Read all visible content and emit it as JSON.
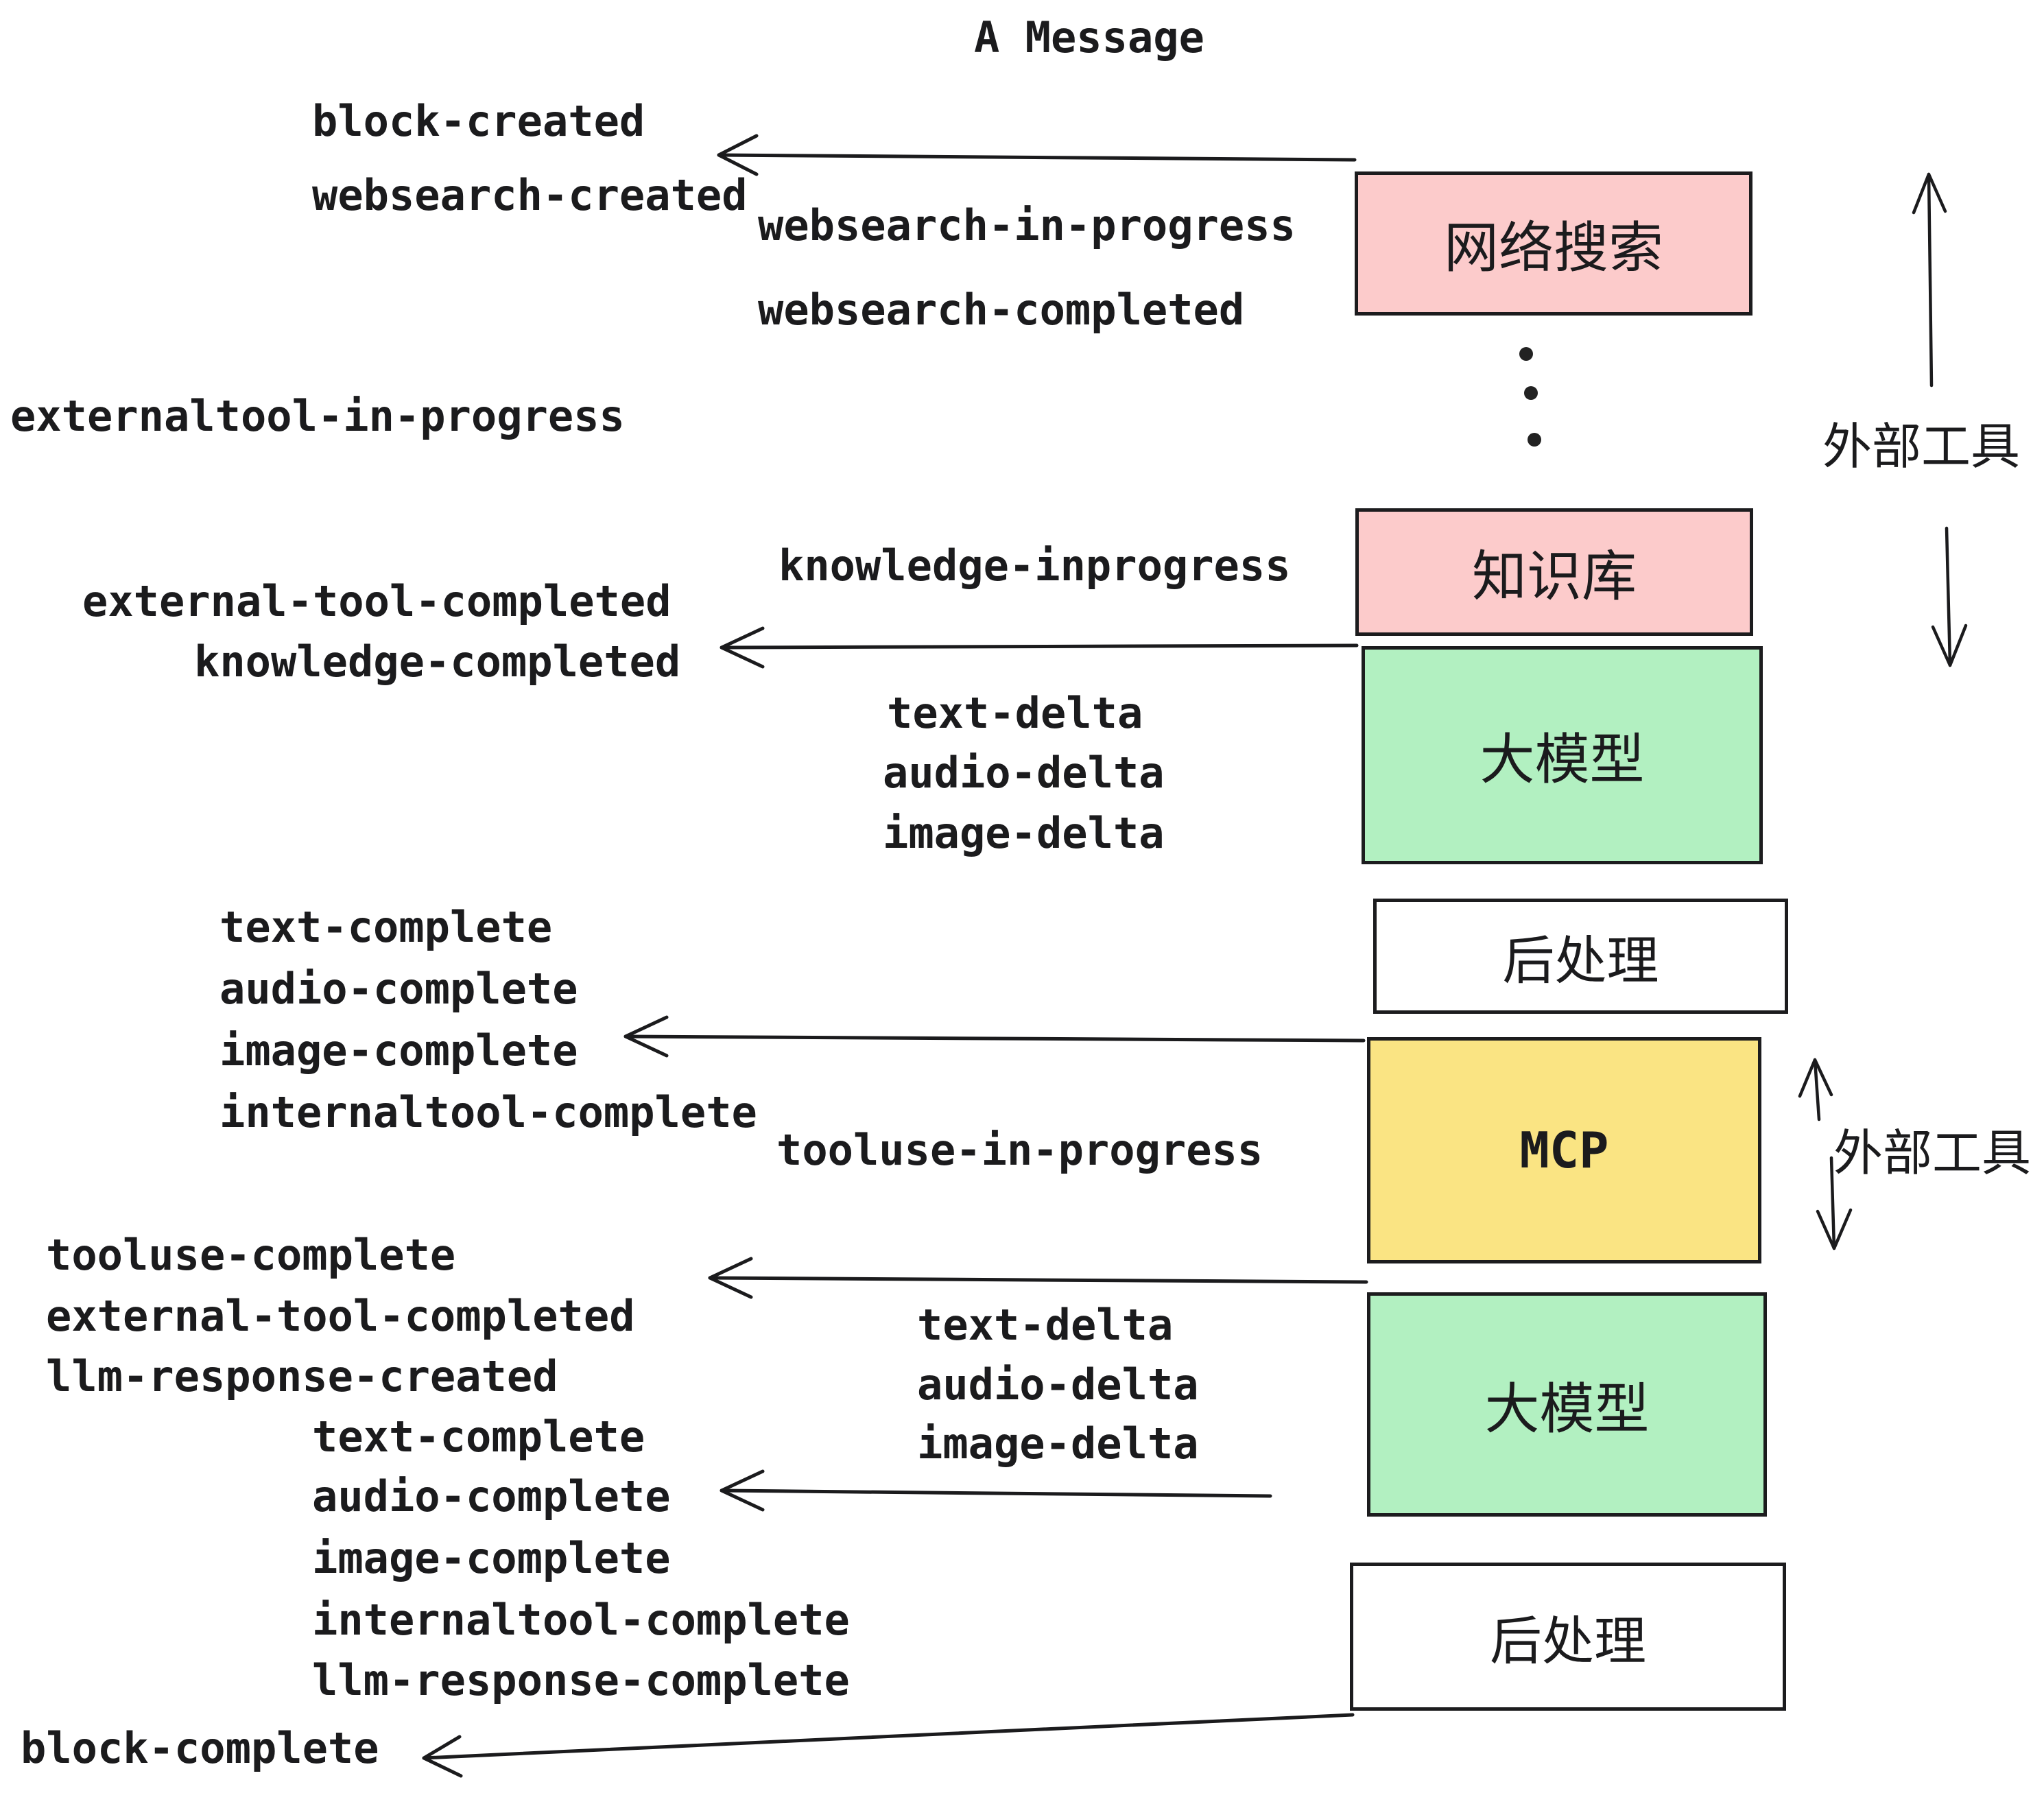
{
  "title": "A Message",
  "events": {
    "block_created": "block-created",
    "websearch_created": "websearch-created",
    "websearch_in_progress": "websearch-in-progress",
    "websearch_completed": "websearch-completed",
    "externaltool_in_progress": "externaltool-in-progress",
    "knowledge_inprogress": "knowledge-inprogress",
    "external_tool_completed": "external-tool-completed",
    "knowledge_completed": "knowledge-completed",
    "text_delta": "text-delta",
    "audio_delta": "audio-delta",
    "image_delta": "image-delta",
    "text_complete": "text-complete",
    "audio_complete": "audio-complete",
    "image_complete": "image-complete",
    "internaltool_complete": "internaltool-complete",
    "tooluse_in_progress": "tooluse-in-progress",
    "tooluse_complete": "tooluse-complete",
    "external_tool_completed_2": "external-tool-completed",
    "llm_response_created": "llm-response-created",
    "text_complete_2": "text-complete",
    "audio_complete_2": "audio-complete",
    "image_complete_2": "image-complete",
    "internaltool_complete_2": "internaltool-complete",
    "llm_response_complete": "llm-response-complete",
    "block_complete": "block-complete",
    "text_delta_2": "text-delta",
    "audio_delta_2": "audio-delta",
    "image_delta_2": "image-delta"
  },
  "boxes": {
    "web_search": {
      "label": "网络搜索",
      "fill": "#fccbcb"
    },
    "knowledge_base": {
      "label": "知识库",
      "fill": "#fccbcb"
    },
    "llm_1": {
      "label": "大模型",
      "fill": "#b2f0c1"
    },
    "post_process_1": {
      "label": "后处理",
      "fill": "#ffffff"
    },
    "mcp": {
      "label": "MCP",
      "fill": "#fae483"
    },
    "llm_2": {
      "label": "大模型",
      "fill": "#b2f0c1"
    },
    "post_process_2": {
      "label": "后处理",
      "fill": "#ffffff"
    }
  },
  "annotations": {
    "external_tools_top": "外部工具",
    "external_tools_mcp": "外部工具"
  },
  "icons": {
    "arrow_left": "left-arrow-icon",
    "arrow_up_down": "vertical-double-arrow-icon",
    "ellipsis_vertical": "vertical-ellipsis-icon"
  },
  "colors": {
    "ink": "#1b1b1d",
    "box_border": "#1c1c1e",
    "pink": "#fccbcb",
    "green": "#b2f0c1",
    "yellow": "#fae483",
    "white": "#ffffff"
  }
}
